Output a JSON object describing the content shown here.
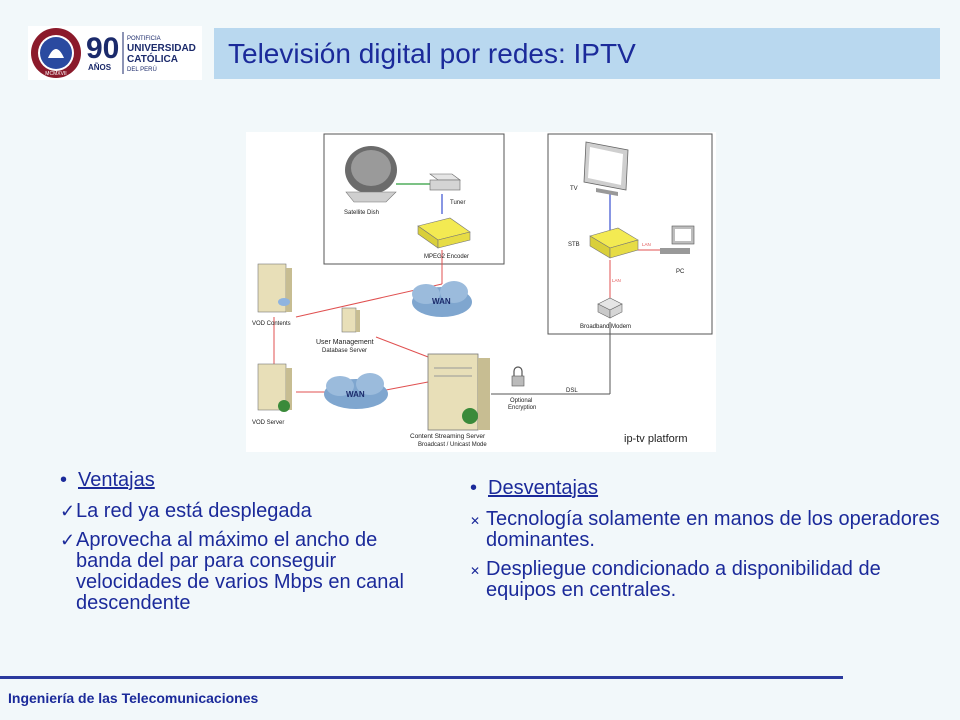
{
  "header": {
    "logo": {
      "anniversary": "90",
      "anniversary_sub": "AÑOS",
      "institution_lines": [
        "PONTIFICIA",
        "UNIVERSIDAD",
        "CATÓLICA",
        "DEL PERÚ"
      ],
      "seal_year": "MCMXVII",
      "colors": {
        "seal": "#8b1a2b",
        "text": "#1b2a6b"
      }
    },
    "title": "Televisión digital por redes: IPTV",
    "title_bar_color": "#b9d8ef"
  },
  "diagram": {
    "labels": {
      "satellite_dish": "Satellite Dish",
      "tuner": "Tuner",
      "encoder": "MPEG2 Encoder",
      "wan_top": "WAN",
      "wan_bottom": "WAN",
      "vod_contents": "VOD Contents",
      "vod_server": "VOD Server",
      "user_mgmt": "User Management",
      "db_server": "Database Server",
      "streaming_server": "Content Streaming Server",
      "streaming_mode": "Broadcast / Unicast Mode",
      "encryption_1": "Optional",
      "encryption_2": "Encryption",
      "dsl": "DSL",
      "tv": "TV",
      "stb": "STB",
      "pc": "PC",
      "lan_1": "LAN",
      "lan_2": "LAN",
      "modem": "Broadband Modem",
      "platform": "ip-tv platform"
    },
    "icons": [
      "satellite-dish-icon",
      "tuner-icon",
      "encoder-icon",
      "cloud-icon",
      "server-icon",
      "lock-icon",
      "tv-icon",
      "set-top-box-icon",
      "pc-icon",
      "modem-icon",
      "globe-icon"
    ],
    "colors": {
      "link_red": "#e05050",
      "link_green": "#2e9e3c",
      "link_blue": "#3a4fd0",
      "device_yellow": "#f3ea52"
    }
  },
  "advantages": {
    "heading": "Ventajas",
    "items": [
      "La red ya está desplegada",
      "Aprovecha al máximo el ancho de banda del par para conseguir velocidades de varios Mbps en canal descendente"
    ]
  },
  "disadvantages": {
    "heading": "Desventajas",
    "items": [
      "Tecnología solamente en manos de los operadores dominantes.",
      "Despliegue condicionado a disponibilidad de equipos en centrales."
    ]
  },
  "footer": {
    "text": "Ingeniería de las Telecomunicaciones",
    "line_color": "#2b3a9e"
  }
}
